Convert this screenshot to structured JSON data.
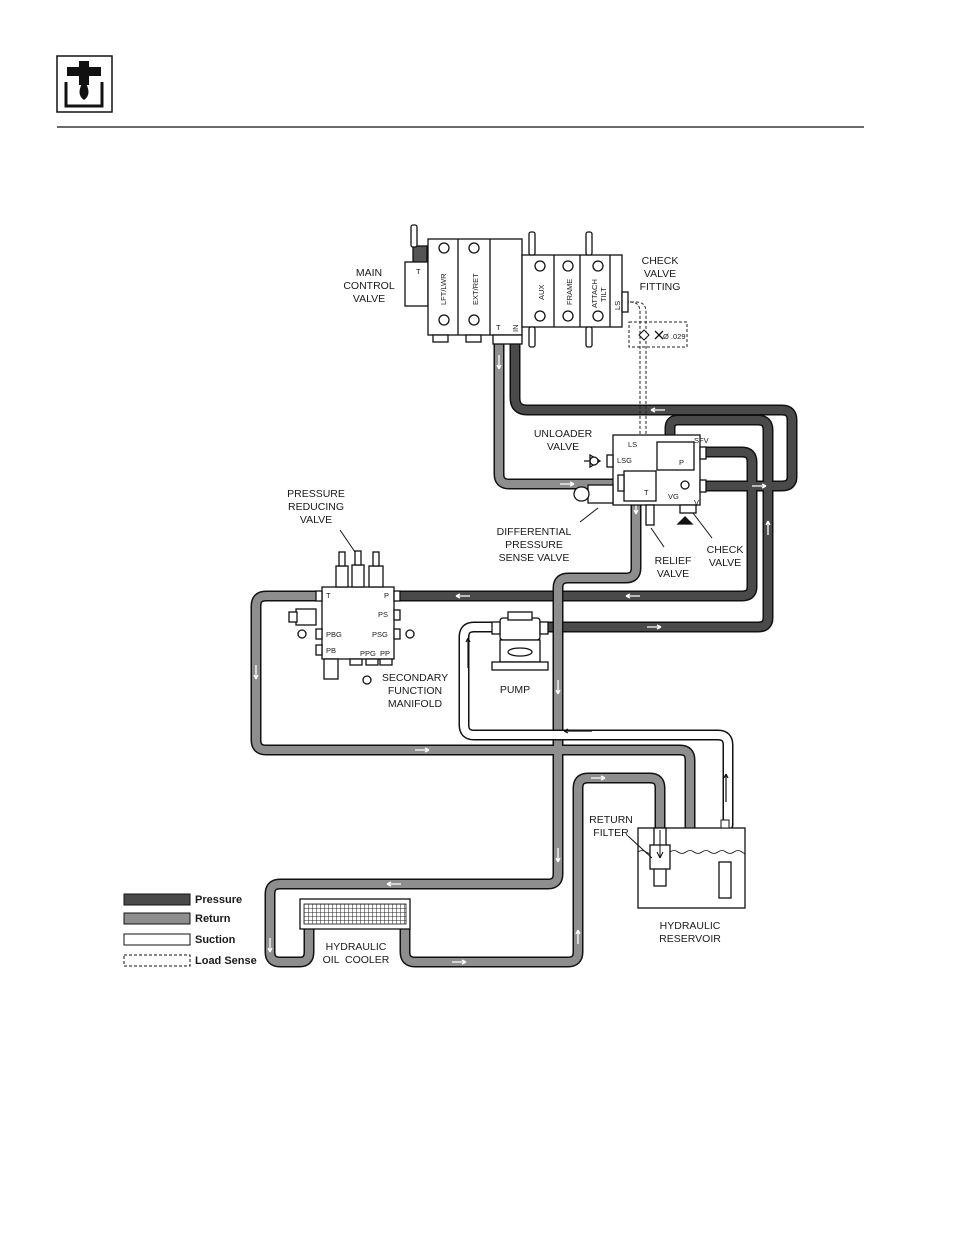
{
  "header": {
    "icon": "hydraulic-section-icon"
  },
  "labels": {
    "main_control_valve": [
      "MAIN",
      "CONTROL",
      "VALVE"
    ],
    "check_valve_fitting": [
      "CHECK",
      "VALVE",
      "FITTING"
    ],
    "orifice": "Ø .029",
    "unloader_valve": [
      "UNLOADER",
      "VALVE"
    ],
    "differential_valve": [
      "DIFFERENTIAL",
      "PRESSURE",
      "SENSE VALVE"
    ],
    "relief_valve": [
      "RELIEF",
      "VALVE"
    ],
    "check_valve": [
      "CHECK",
      "VALVE"
    ],
    "pressure_reducing_valve": [
      "PRESSURE",
      "REDUCING",
      "VALVE"
    ],
    "secondary_function_manifold": [
      "SECONDARY",
      "FUNCTION",
      "MANIFOLD"
    ],
    "pump": "PUMP",
    "return_filter": [
      "RETURN",
      "FILTER"
    ],
    "hydraulic_reservoir": [
      "HYDRAULIC",
      "RESERVOIR"
    ],
    "hydraulic_oil_cooler": [
      "HYDRAULIC",
      "OIL  COOLER"
    ]
  },
  "valve_sections": {
    "t_port": "T",
    "lift": "LFT/LWR",
    "ext": "EXT/RET",
    "t_bottom": "T",
    "in": "IN",
    "aux": "AUX",
    "frame": "FRAME",
    "attach": [
      "ATTACH",
      "TILT"
    ],
    "ls": "LS"
  },
  "ports": {
    "ls": "LS",
    "lsg": "LSG",
    "sfv": "SFV",
    "p": "P",
    "t": "T",
    "vg": "VG",
    "v": "V",
    "m_t": "T",
    "m_p": "P",
    "m_ps": "PS",
    "m_pbg": "PBG",
    "m_psg": "PSG",
    "m_pb": "PB",
    "m_ppg": "PPG",
    "m_pp": "PP"
  },
  "legend": [
    {
      "label": "Pressure",
      "color": "#4a4a4a",
      "style": "solid"
    },
    {
      "label": "Return",
      "color": "#8e8e8e",
      "style": "solid"
    },
    {
      "label": "Suction",
      "color": "#ffffff",
      "style": "solid"
    },
    {
      "label": "Load Sense",
      "color": "#ffffff",
      "style": "dashed"
    }
  ]
}
